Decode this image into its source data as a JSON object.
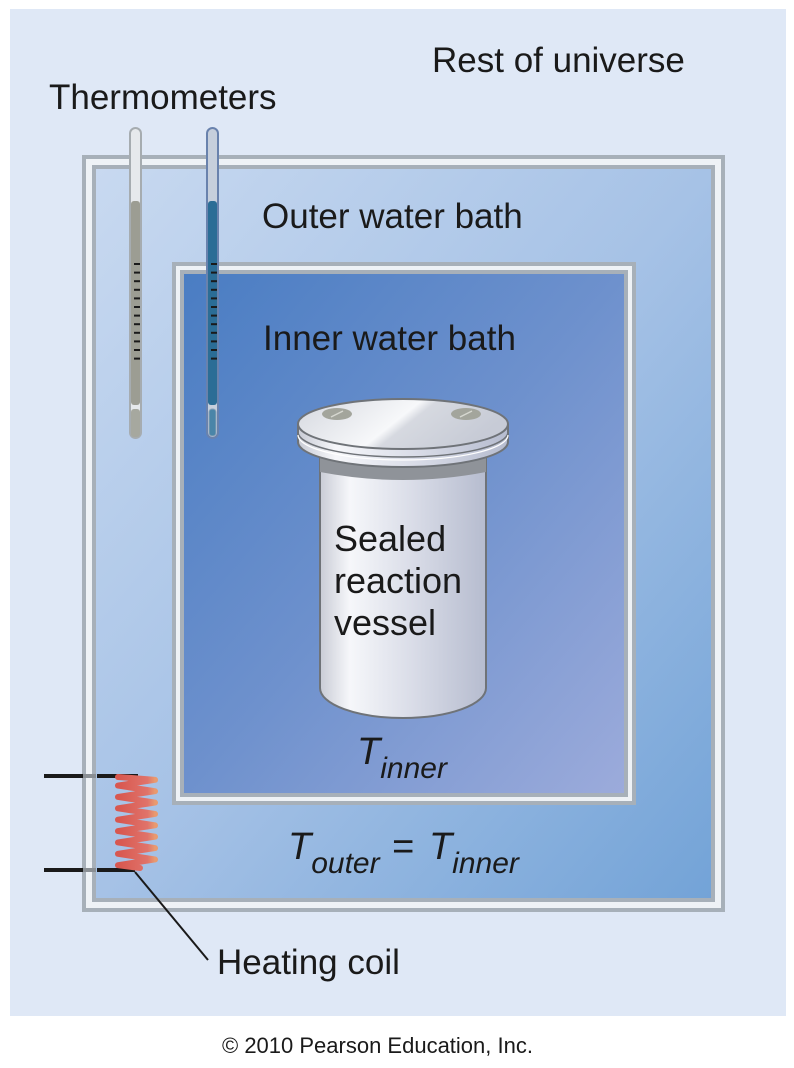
{
  "figure": {
    "labels": {
      "rest_of_universe": "Rest of universe",
      "thermometers": "Thermometers",
      "outer_bath": "Outer water bath",
      "inner_bath": "Inner water bath",
      "vessel_line1": "Sealed",
      "vessel_line2": "reaction",
      "vessel_line3": "vessel",
      "heating_coil": "Heating coil"
    },
    "equations": {
      "t_inner_symbol": "T",
      "t_inner_subscript": "inner",
      "eq_lhs_symbol": "T",
      "eq_lhs_subscript": "outer",
      "eq_operator": "=",
      "eq_rhs_symbol": "T",
      "eq_rhs_subscript": "inner"
    },
    "copyright": "© 2010 Pearson Education, Inc.",
    "colors": {
      "universe_bg": "#dfe8f6",
      "outer_bath_light": "#c4d6ef",
      "outer_bath_dark": "#77a6d8",
      "inner_bath_top": "#4a7fc4",
      "inner_bath_bottom": "#98a9da",
      "frame_gray": "#a7b0b9",
      "coil_red": "#d9605a",
      "thermometer_gray": "#9c9d93",
      "thermometer_blue": "#2b6d96"
    }
  }
}
